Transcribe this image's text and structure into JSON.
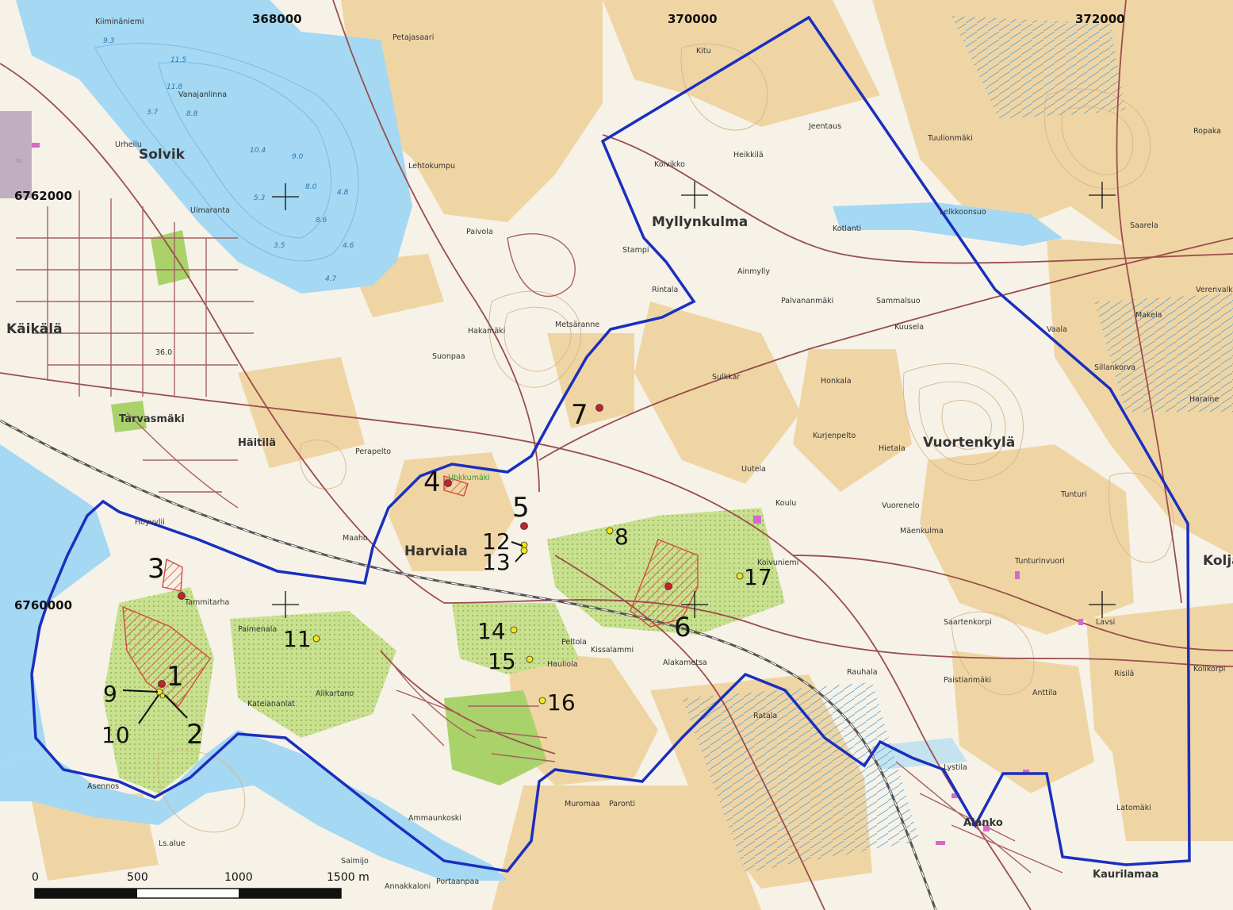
{
  "coordinate_labels": {
    "x": [
      {
        "text": "368000",
        "easting": 368000
      },
      {
        "text": "370000",
        "easting": 370000
      },
      {
        "text": "372000",
        "easting": 372000
      }
    ],
    "y": [
      {
        "text": "6762000",
        "northing": 6762000
      },
      {
        "text": "6760000",
        "northing": 6760000
      }
    ]
  },
  "place_labels_major": [
    "Solvik",
    "Käikälä",
    "Tarvasmäki",
    "Häitilä",
    "Harviala",
    "Myllynkulma",
    "Vuortenkylä",
    "Kolja",
    "Alanko",
    "Kaurilamaa"
  ],
  "place_labels_minor": [
    "Kiiminäniemi",
    "Vanajanlinna",
    "Uimaranta",
    "Petajasaari",
    "Lehtokumpu",
    "Paivola",
    "Stampi",
    "Kitu",
    "Ainmylly",
    "Heikkilä",
    "Jeentaus",
    "Tuulionmäki",
    "Ropaka",
    "Saarela",
    "Koivikko",
    "Kotlanti",
    "Lelkkoonsuo",
    "Rintala",
    "Palvananmäki",
    "Metsäranne",
    "Suonpaa",
    "Hakamäki",
    "Sulkkar",
    "Honkala",
    "Kuusela",
    "Sammalsuo",
    "Makela",
    "Sillankorva",
    "Kurjenpelto",
    "Hietala",
    "Uutela",
    "Koulu",
    "Tunturi",
    "Tunturinvuori",
    "Vuorenelo",
    "Mäenkulma",
    "Koivuniemi",
    "Saartenkorpi",
    "Tammitarha",
    "Paimenala",
    "Kissalammi",
    "Hauliola",
    "Peltola",
    "Alakametsa",
    "Alikartano",
    "Kateiananlat",
    "Ratala",
    "Rauhala",
    "Paistianmäki",
    "Anttila",
    "Risilä",
    "Lavsi",
    "Lystila",
    "Latomäki",
    "Muromaa",
    "Paronti",
    "Ammaunkoski",
    "Asennos",
    "Saimijo",
    "Annakkaloni",
    "Portaanpaa",
    "Ls.alue",
    "Urheilu",
    "Maaho",
    "Perapelto",
    "Hoyvylii",
    "Vaala",
    "Kolikorpi",
    "Haraine",
    "Verenvalkame",
    "Uhkkumäki"
  ],
  "water_labels": [
    "9.3",
    "11.5",
    "11.8",
    "8.8",
    "3.7",
    "10.4",
    "9.0",
    "8.0",
    "5.3",
    "8.6",
    "4.8",
    "3.5",
    "4.6",
    "4.7",
    "36.0"
  ],
  "site_labels": [
    "1",
    "2",
    "3",
    "4",
    "5",
    "6",
    "7",
    "8",
    "9",
    "10",
    "11",
    "12",
    "13",
    "14",
    "15",
    "16",
    "17"
  ],
  "scale_bar": {
    "ticks": [
      "0",
      "500",
      "1000",
      "1500 m"
    ],
    "values_m": [
      0,
      500,
      1000,
      1500
    ]
  },
  "colors": {
    "field": "#f0d5a4",
    "open_land": "#fbfaf4",
    "water": "#a4d8f3",
    "park": "#b8d97a",
    "study_area_boundary": "#1a2fbf",
    "road": "#9a4e4e",
    "contour": "#d9b48a",
    "red_site": "#c4222b",
    "yellow_site": "#f2e61a",
    "hatched_area": "#d34a3f"
  }
}
